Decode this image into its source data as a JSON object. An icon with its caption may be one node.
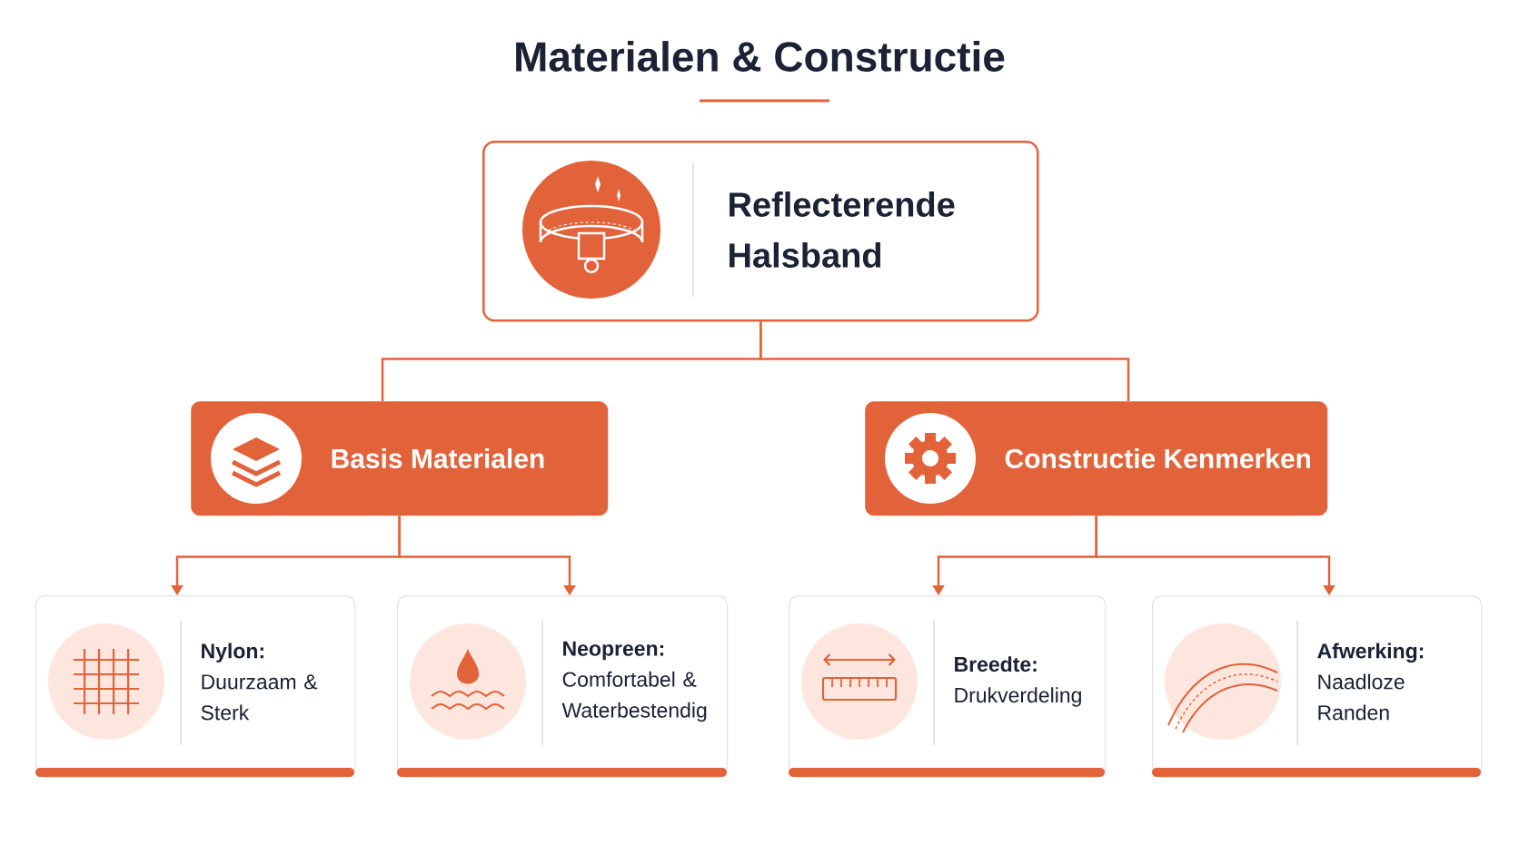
{
  "diagram": {
    "title": "Materialen & Constructie",
    "nodes": [
      {
        "text": [
          "Reflecterende Halsband"
        ]
      },
      {
        "text": [
          "Basis Materialen"
        ]
      },
      {
        "text": [
          "Constructie Kenmerken"
        ]
      },
      {
        "text": [
          "Nylon:",
          "Duurzaam & Sterk"
        ]
      },
      {
        "text": [
          "Neopreen:",
          "Comfortabel & Waterbestendig"
        ]
      },
      {
        "text": [
          "Breedte:",
          "Drukverdeling"
        ]
      },
      {
        "text": [
          "Afwerking:",
          "Naadloze Randen"
        ]
      }
    ],
    "edges": [
      {
        "from": 0,
        "to": 1,
        "arrow": "none"
      },
      {
        "from": 0,
        "to": 2,
        "arrow": "none"
      },
      {
        "from": 1,
        "to": 3,
        "arrow": "to"
      },
      {
        "from": 1,
        "to": 4,
        "arrow": "to"
      },
      {
        "from": 2,
        "to": 5,
        "arrow": "to"
      },
      {
        "from": 2,
        "to": 6,
        "arrow": "to"
      }
    ]
  }
}
